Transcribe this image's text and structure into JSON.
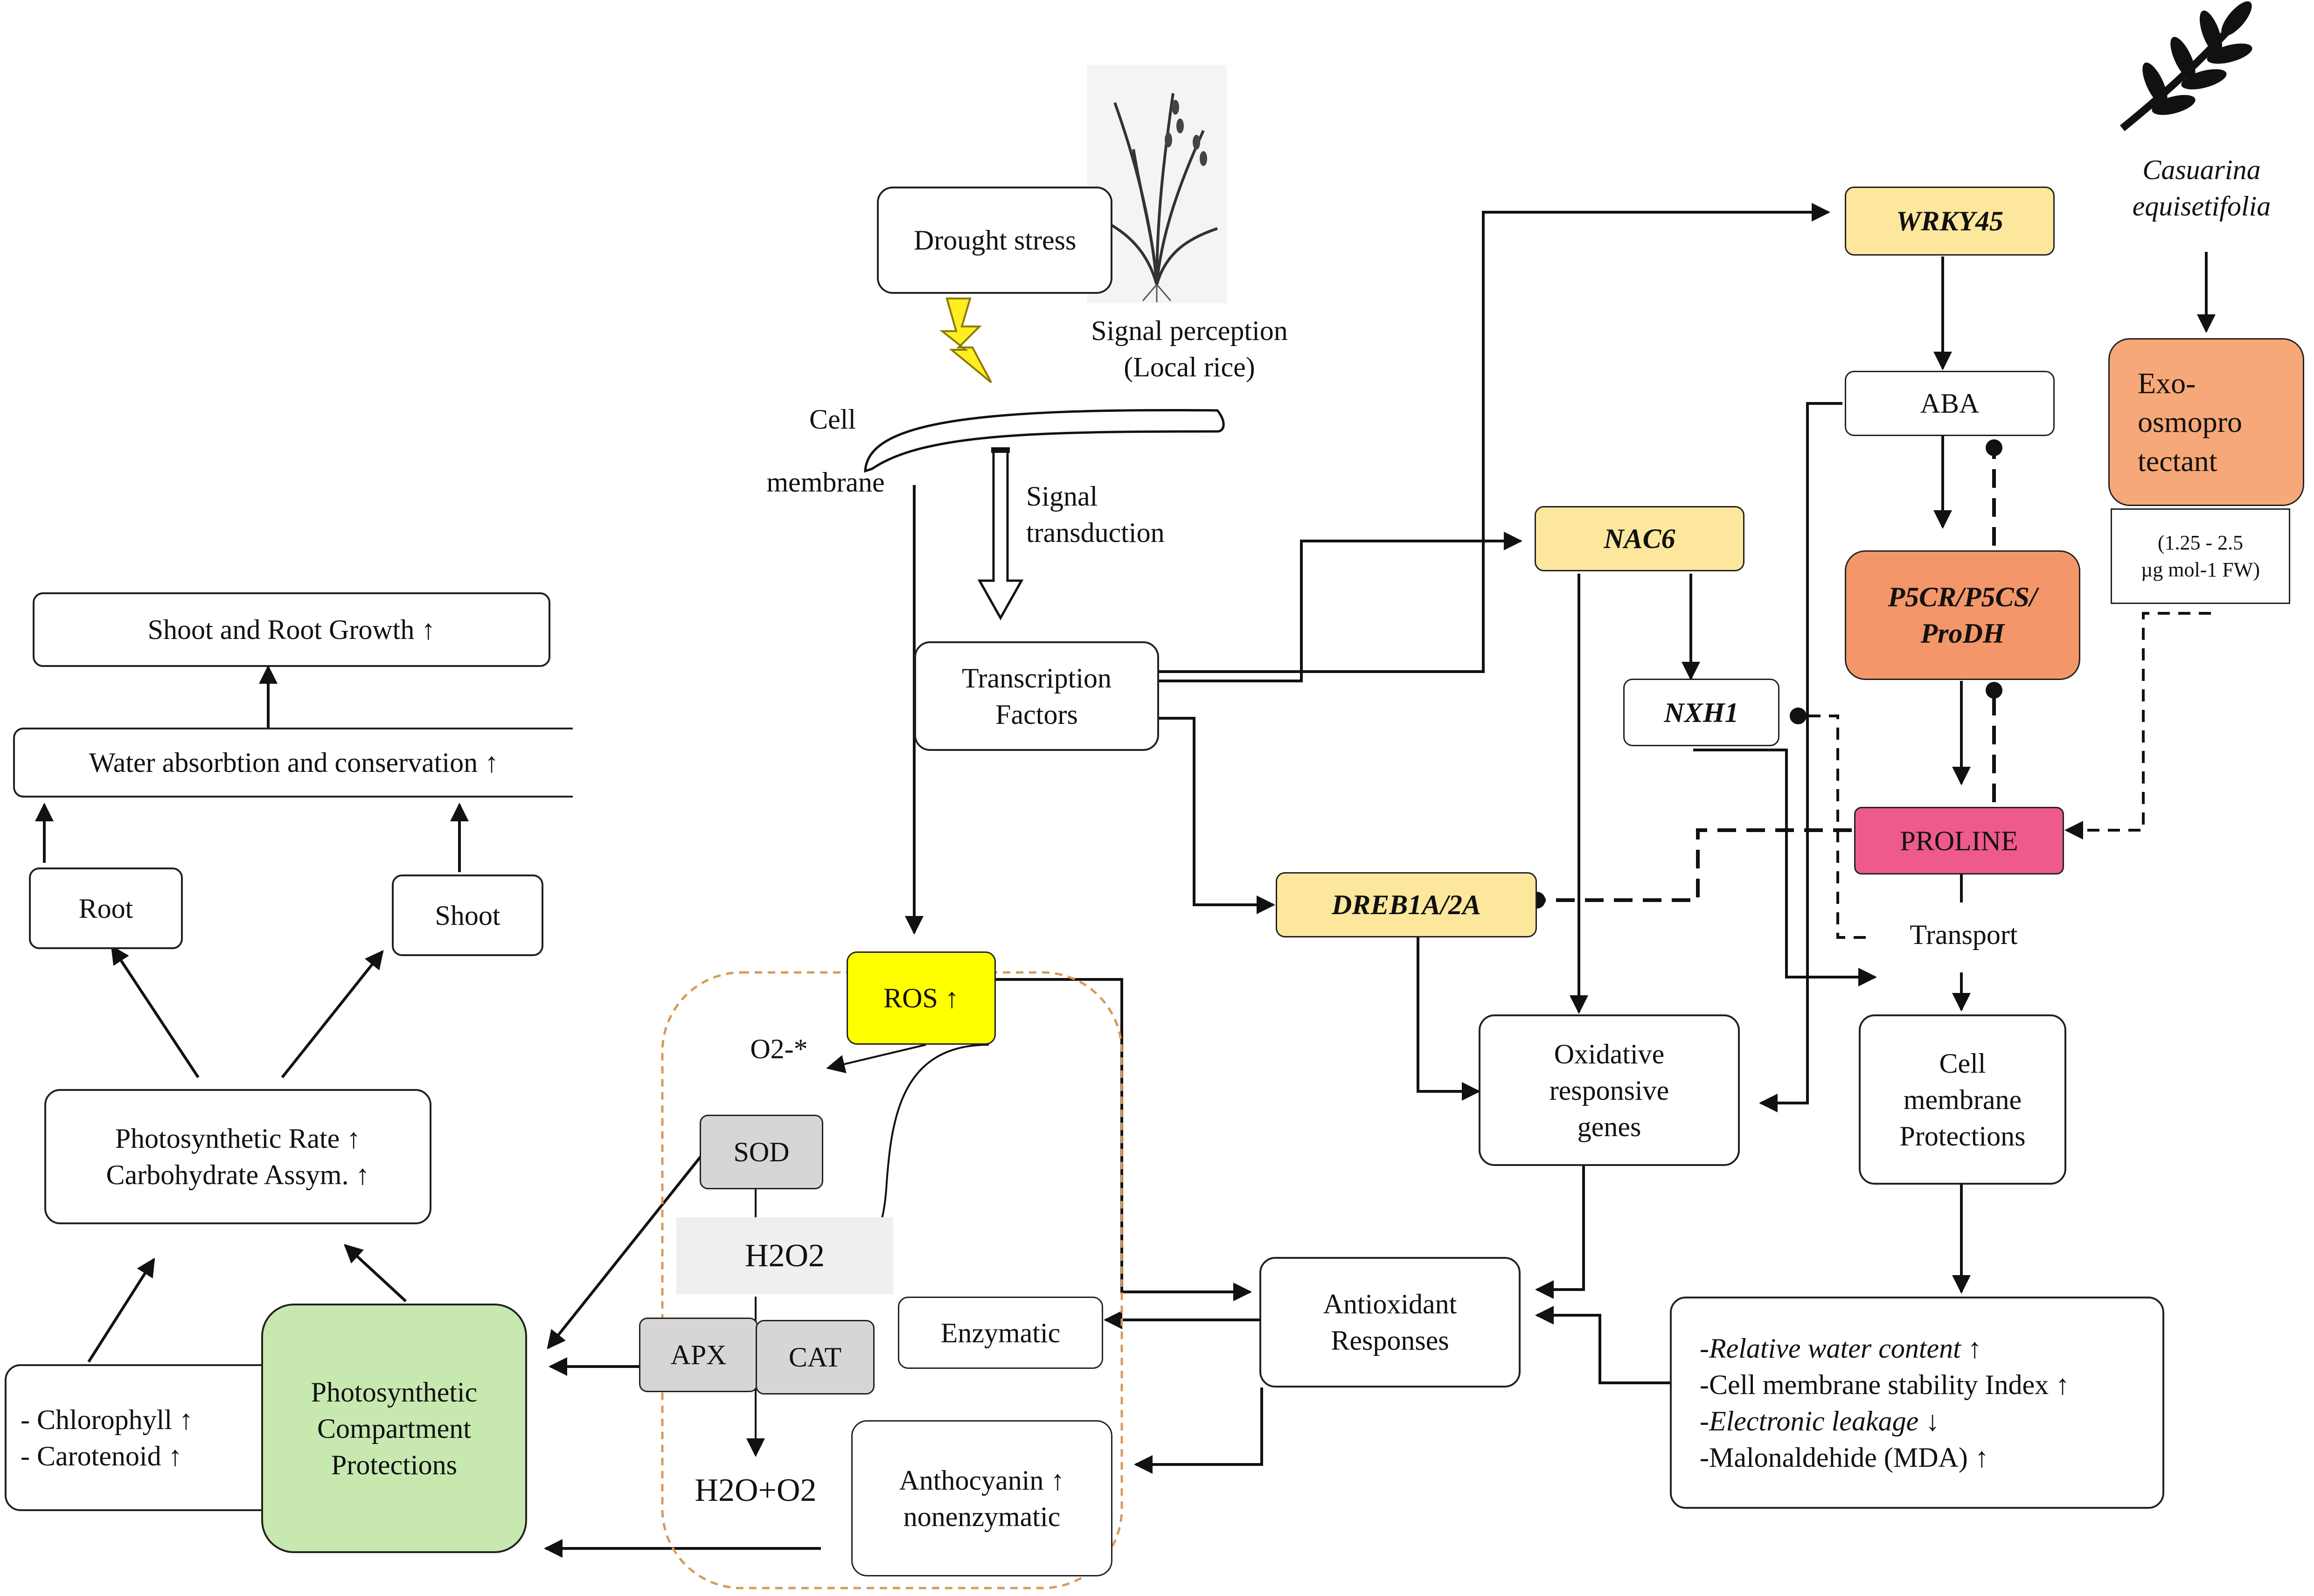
{
  "colors": {
    "gene_fill": "#fde79d",
    "ros_fill": "#ffff00",
    "proline_fill": "#ee5a8a",
    "osmo_fill": "#f6a878",
    "p5cr_fill": "#f3976a",
    "photo_fill": "#c7e9b0",
    "enzyme_fill": "#d6d6d6",
    "dashed_border": "#d89a5a"
  },
  "icons": [
    "rice-plant-icon",
    "casuarina-leaf-icon",
    "lightning-icon"
  ],
  "nodes": {
    "drought_stress": "Drought stress",
    "signal_perception": "Signal perception\n(Local rice)",
    "cell_membrane_top": "Cell",
    "cell_membrane_bottom": "membrane",
    "signal_transduction": "Signal\ntransduction",
    "transcription_factors": "Transcription\nFactors",
    "wrky45": "WRKY45",
    "casuarina": "Casuarina\nequisetifolia",
    "aba": "ABA",
    "exo_osmoprotectant": "Exo-\nosmopro\ntectant",
    "dose": "(1.25 - 2.5\nµg mol-1 FW)",
    "nac6": "NAC6",
    "p5cr": "P5CR/P5CS/\nProDH",
    "nxh1": "NXH1",
    "proline": "PROLINE",
    "dreb": "DREB1A/2A",
    "transport": "Transport",
    "ros": "ROS ↑",
    "o2": "O2-*",
    "sod": "SOD",
    "h2o2": "H2O2",
    "apx": "APX",
    "cat": "CAT",
    "h2o_o2": "H2O+O2",
    "enzymatic": "Enzymatic",
    "anthocyanin": "Anthocyanin ↑\nnonenzymatic",
    "oxidative_genes": "Oxidative\nresponsive\ngenes",
    "cell_membrane_protections": "Cell\nmembrane\nProtections",
    "antioxidant": "Antioxidant\nResponses",
    "shoot_root_growth": "Shoot and Root Growth ↑",
    "water_absorption": "Water absorbtion and conservation ↑",
    "root": "Root",
    "shoot": "Shoot",
    "photosynthetic_rate": "Photosynthetic Rate ↑\nCarbohydrate Assym. ↑",
    "chlorophyll": "- Chlorophyll ↑\n- Carotenoid  ↑",
    "photo_protection": "Photosynthetic\nCompartment\nProtections"
  },
  "indicators": [
    "-Relative water content ↑",
    "-Cell membrane stability Index ↑",
    "-Electronic leakage ↓",
    "-Malonaldehide (MDA) ↑"
  ]
}
